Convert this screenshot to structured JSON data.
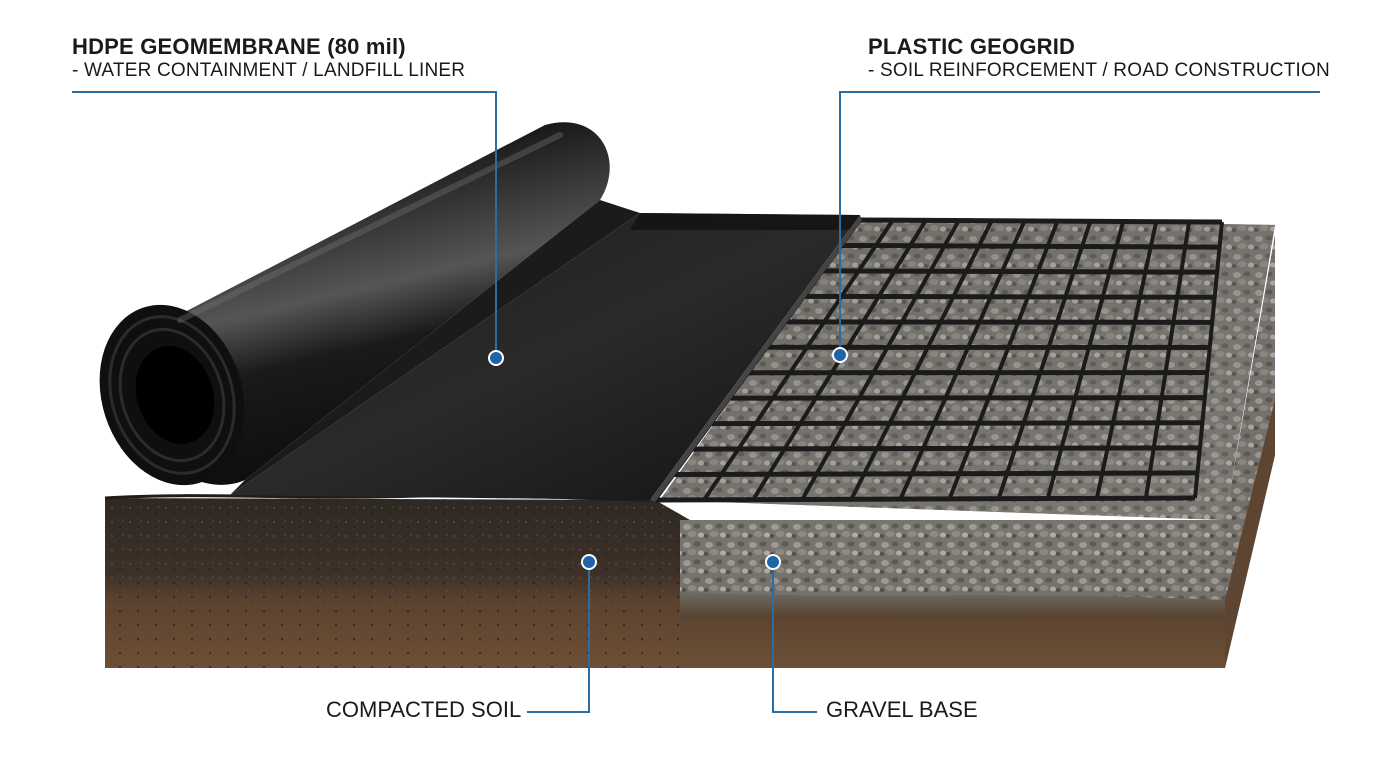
{
  "callouts": {
    "hdpe": {
      "title": "HDPE GEOMEMBRANE (80 mil)",
      "subtitle": "- WATER CONTAINMENT / LANDFILL LINER"
    },
    "geogrid": {
      "title": "PLASTIC GEOGRID",
      "subtitle": "- SOIL REINFORCEMENT / ROAD CONSTRUCTION"
    },
    "soil": {
      "label": "COMPACTED SOIL"
    },
    "gravel": {
      "label": "GRAVEL BASE"
    }
  },
  "colors": {
    "leader_line": "#2a6da3",
    "marker_fill": "#1f63a8",
    "membrane": "#141414",
    "geogrid": "#1b1b1b",
    "soil_top": "#3a3029",
    "soil_bottom": "#6b4c33",
    "gravel": "#8a8782"
  }
}
